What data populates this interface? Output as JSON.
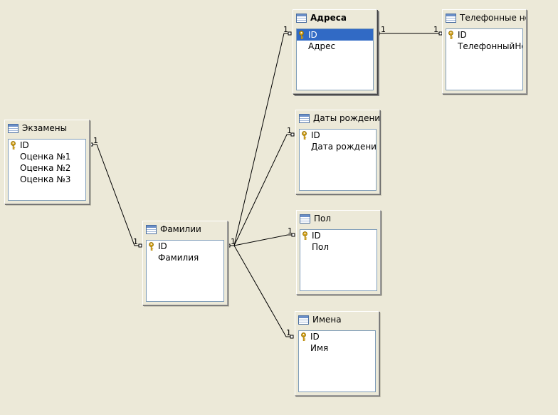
{
  "tables": [
    {
      "id": "addresses",
      "title": "Адреса",
      "active": true,
      "fields": [
        {
          "name": "ID",
          "primary_key": true,
          "selected": true
        },
        {
          "name": "Адрес",
          "primary_key": false,
          "selected": false
        }
      ]
    },
    {
      "id": "phones",
      "title": "Телефонные но",
      "active": false,
      "fields": [
        {
          "name": "ID",
          "primary_key": true,
          "selected": false
        },
        {
          "name": "ТелефонныйНо",
          "primary_key": false,
          "selected": false
        }
      ]
    },
    {
      "id": "exams",
      "title": "Экзамены",
      "active": false,
      "fields": [
        {
          "name": "ID",
          "primary_key": true,
          "selected": false
        },
        {
          "name": "Оценка №1",
          "primary_key": false,
          "selected": false
        },
        {
          "name": "Оценка №2",
          "primary_key": false,
          "selected": false
        },
        {
          "name": "Оценка №3",
          "primary_key": false,
          "selected": false
        }
      ]
    },
    {
      "id": "birthdates",
      "title": "Даты рождений",
      "active": false,
      "fields": [
        {
          "name": "ID",
          "primary_key": true,
          "selected": false
        },
        {
          "name": "Дата рождения",
          "primary_key": false,
          "selected": false
        }
      ]
    },
    {
      "id": "surnames",
      "title": "Фамилии",
      "active": false,
      "fields": [
        {
          "name": "ID",
          "primary_key": true,
          "selected": false
        },
        {
          "name": "Фамилия",
          "primary_key": false,
          "selected": false
        }
      ]
    },
    {
      "id": "gender",
      "title": "Пол",
      "active": false,
      "fields": [
        {
          "name": "ID",
          "primary_key": true,
          "selected": false
        },
        {
          "name": "Пол",
          "primary_key": false,
          "selected": false
        }
      ]
    },
    {
      "id": "names",
      "title": "Имена",
      "active": false,
      "fields": [
        {
          "name": "ID",
          "primary_key": true,
          "selected": false
        },
        {
          "name": "Имя",
          "primary_key": false,
          "selected": false
        }
      ]
    }
  ],
  "relations": [
    {
      "from": "addresses",
      "to": "phones",
      "from_label": "1",
      "to_label": "1"
    },
    {
      "from": "exams",
      "to": "surnames",
      "from_label": "1",
      "to_label": "1"
    },
    {
      "from": "surnames",
      "to": "addresses",
      "from_label": "1",
      "to_label": "1"
    },
    {
      "from": "surnames",
      "to": "birthdates",
      "from_label": "",
      "to_label": "1"
    },
    {
      "from": "surnames",
      "to": "gender",
      "from_label": "",
      "to_label": "1"
    },
    {
      "from": "surnames",
      "to": "names",
      "from_label": "",
      "to_label": "1"
    }
  ],
  "colors": {
    "background": "#ece9d8",
    "selection": "#316ac5",
    "key_icon": "#d4a017"
  }
}
